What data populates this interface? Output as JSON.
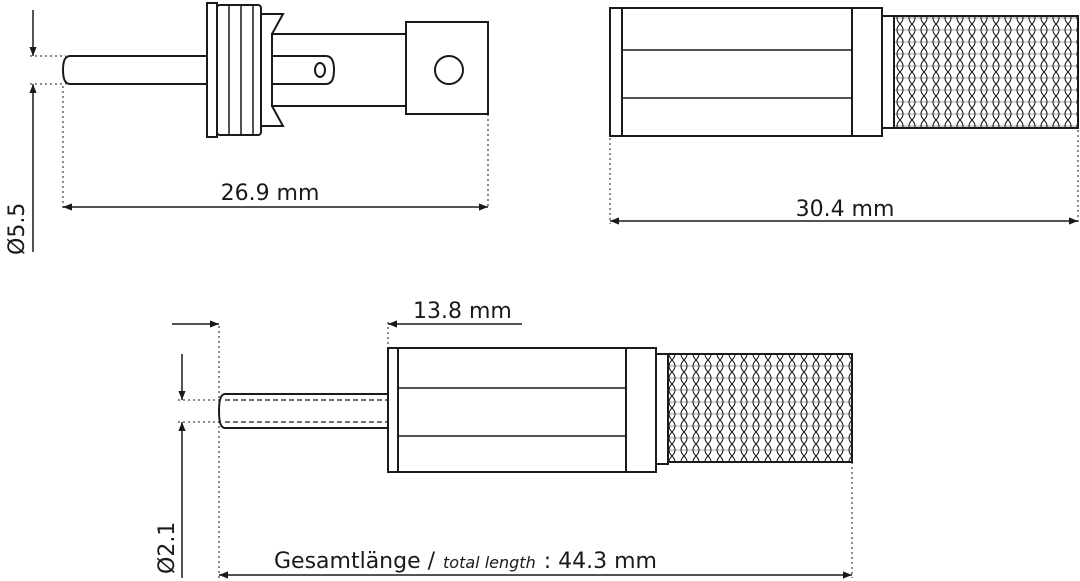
{
  "labels": {
    "pin_length": "26.9 mm",
    "pin_diameter": "Ø5.5",
    "sleeve_length": "30.4 mm",
    "front_length": "13.8 mm",
    "plug_diameter": "Ø2.1",
    "total_de": "Gesamtlänge /",
    "total_en": "total length",
    "total_value": ": 44.3 mm"
  }
}
